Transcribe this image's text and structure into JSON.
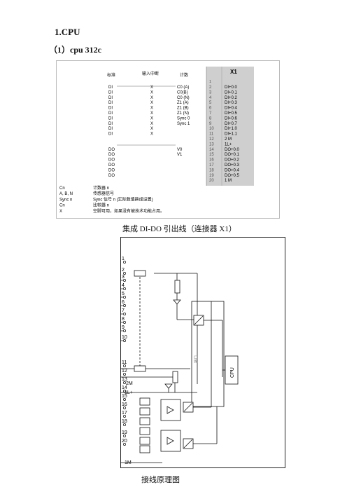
{
  "headings": {
    "section": "1.CPU",
    "sub": "（1）cpu 312c"
  },
  "table": {
    "headers": [
      "标准",
      "输入中断",
      "计数"
    ],
    "x1_label": "X1",
    "first_pin": "1",
    "rows": [
      {
        "std": "DI",
        "irq": "X",
        "cnt": "C0 (A)",
        "pin": "2",
        "sig": "DI+0.0"
      },
      {
        "std": "DI",
        "irq": "X",
        "cnt": "C0(B)",
        "pin": "3",
        "sig": "DI+0.1"
      },
      {
        "std": "DI",
        "irq": "X",
        "cnt": "C0 (N)",
        "pin": "4",
        "sig": "DI+0.2"
      },
      {
        "std": "DI",
        "irq": "X",
        "cnt": "Z1 (A)",
        "pin": "5",
        "sig": "DI+0.3"
      },
      {
        "std": "DI",
        "irq": "X",
        "cnt": "Z1 (B)",
        "pin": "6",
        "sig": "DI+0.4"
      },
      {
        "std": "DI",
        "irq": "X",
        "cnt": "Z1 (N)",
        "pin": "7",
        "sig": "DI+0.5"
      },
      {
        "std": "DI",
        "irq": "X",
        "cnt": "Sync 0",
        "pin": "8",
        "sig": "DI+0.6"
      },
      {
        "std": "DI",
        "irq": "X",
        "cnt": "Sync 1",
        "pin": "9",
        "sig": "DI+0.7"
      },
      {
        "std": "DI",
        "irq": "X",
        "cnt": "",
        "pin": "10",
        "sig": "DI+1.0"
      },
      {
        "std": "DI",
        "irq": "X",
        "cnt": "",
        "pin": "11",
        "sig": "DI+1.1"
      },
      {
        "std": "",
        "irq": "",
        "cnt": "",
        "pin": "12",
        "sig": "2 M"
      },
      {
        "std": "",
        "irq": "",
        "cnt": "",
        "pin": "13",
        "sig": "1L+"
      },
      {
        "std": "DO",
        "irq": "",
        "cnt": "V0",
        "pin": "14",
        "sig": "DO+0.0"
      },
      {
        "std": "DO",
        "irq": "",
        "cnt": "V1",
        "pin": "15",
        "sig": "DO+0.1"
      },
      {
        "std": "DO",
        "irq": "",
        "cnt": "",
        "pin": "16",
        "sig": "DO+0.2"
      },
      {
        "std": "DO",
        "irq": "",
        "cnt": "",
        "pin": "17",
        "sig": "DO+0.3"
      },
      {
        "std": "DO",
        "irq": "",
        "cnt": "",
        "pin": "18",
        "sig": "DO+0.4"
      },
      {
        "std": "DO",
        "irq": "",
        "cnt": "",
        "pin": "19",
        "sig": "DO+0.5"
      },
      {
        "std": "",
        "irq": "",
        "cnt": "",
        "pin": "20",
        "sig": "1 M"
      }
    ],
    "legend": [
      {
        "k": "Cn",
        "v": "计数器 n"
      },
      {
        "k": "A, B, N",
        "v": "传感器信号"
      },
      {
        "k": "Sync n",
        "v": "Sync 信号 n (实际数值换成设置)"
      },
      {
        "k": "Cn",
        "v": "比较器 n"
      },
      {
        "k": "X",
        "v": "空脚可用，如果没有被技术功能占用。"
      }
    ]
  },
  "captions": {
    "table": "集成 DI-DO 引出线（连接器 X1）",
    "diagram": "接线原理图"
  },
  "diagram": {
    "pins": [
      "1",
      "2",
      "3",
      "4",
      "5",
      "6",
      "7",
      "8",
      "9",
      "10",
      "11",
      "12",
      "13",
      "14",
      "15",
      "16",
      "17",
      "18",
      "19",
      "20"
    ],
    "labels": {
      "pin13": "2M",
      "pin14": "1L+",
      "pin20": "1M",
      "cpu": "CPU",
      "bus": "接口"
    }
  }
}
